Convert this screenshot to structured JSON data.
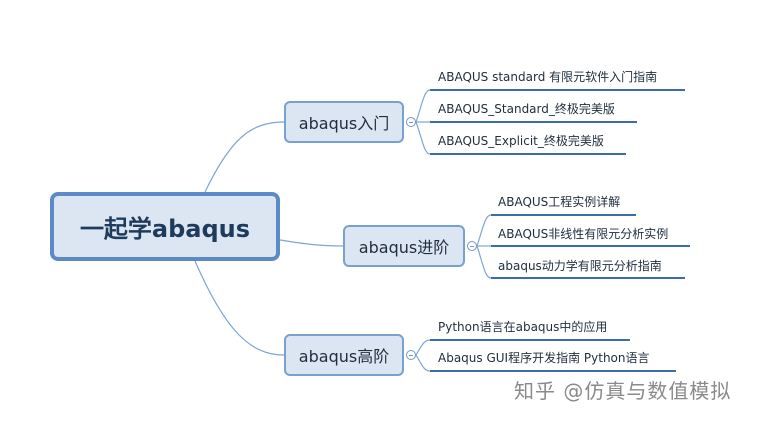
{
  "mindmap": {
    "root": {
      "label": "一起学abaqus"
    },
    "branches": [
      {
        "label": "abaqus入门",
        "children": [
          "ABAQUS standard 有限元软件入门指南",
          "ABAQUS_Standard_终极完美版",
          "ABAQUS_Explicit_终极完美版"
        ]
      },
      {
        "label": "abaqus进阶",
        "children": [
          "ABAQUS工程实例详解",
          "ABAQUS非线性有限元分析实例",
          "abaqus动力学有限元分析指南"
        ]
      },
      {
        "label": "abaqus高阶",
        "children": [
          "Python语言在abaqus中的应用",
          "Abaqus GUI程序开发指南 Python语言"
        ]
      }
    ]
  },
  "watermark": "知乎 @仿真与数值模拟",
  "colors": {
    "link": "#7ea6d3",
    "underline": "#3c6cab",
    "node_fill": "#dce6f2",
    "root_border": "#5b8ac6"
  }
}
